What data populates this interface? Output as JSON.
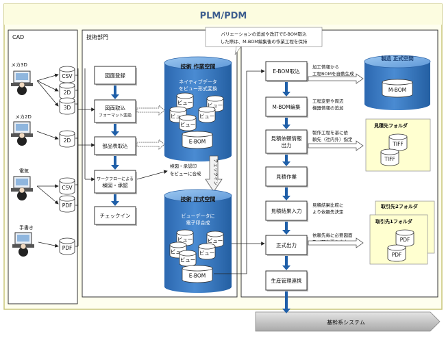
{
  "outer": {
    "title": "PLM/PDM"
  },
  "cad": {
    "section_label": "CAD",
    "groups": [
      {
        "label": "メカ3D",
        "files": [
          "CSV",
          "2D",
          "3D"
        ]
      },
      {
        "label": "メカ2D",
        "files": [
          "2D"
        ]
      },
      {
        "label": "電気",
        "files": [
          "CSV",
          "PDF"
        ]
      },
      {
        "label": "手書き",
        "files": [
          "PDF"
        ]
      }
    ]
  },
  "eng": {
    "section_label": "技術部門",
    "steps": [
      "図面登録",
      "図面取込",
      "フォーマット変換",
      "部品表取込",
      "ワークフローによる",
      "検図・承認",
      "チェックイン"
    ],
    "approval_note": [
      "検図・承認印",
      "をビューに合成"
    ],
    "checkin_arrow": "チェックイン"
  },
  "work_space": {
    "title": "技術 作業空間",
    "subtitle": [
      "ネイティブデータ",
      "をビュー形式変換"
    ],
    "view_label": "ビュー",
    "ebom": "E-BOM"
  },
  "official_space": {
    "title": "技術 正式空間",
    "subtitle": [
      "ビューデータに",
      "電子印合成"
    ],
    "view_label": "ビュー",
    "ebom": "E-BOM"
  },
  "callout": [
    "バリエーションの追加や改訂でE-BOM取込",
    "した際は、M-BOM編集後の作業工程を保持"
  ],
  "flow": {
    "steps": [
      "E-BOM取込",
      "M-BOM編集",
      "見積依頼情報",
      "出力",
      "見積作業",
      "見積結果入力",
      "正式出力",
      "生産管理連携"
    ],
    "notes": [
      [
        "加工情報から",
        "工程BOMを自動生成"
      ],
      [
        "工程変更や周辺",
        "機器情報の追加"
      ],
      [
        "製作工程を基に依",
        "頼先（社内外）指定"
      ],
      [
        "見積結果比較に",
        "より依頼先決定"
      ],
      [
        "依頼先毎に必要図面",
        "及び配布票を出力"
      ]
    ]
  },
  "mfg": {
    "title": "製造 正式空間",
    "mbom": "M-BOM"
  },
  "quote_folder": {
    "title": "見積先フォルダ",
    "files": [
      "TIFF",
      "TIFF"
    ]
  },
  "vendor_folder2": {
    "title": "取引先2フォルダ"
  },
  "vendor_folder1": {
    "title": "取引先1フォルダ",
    "files": [
      "PDF",
      "PDF"
    ]
  },
  "core_system": "基幹系システム",
  "colors": {
    "outer_fill": "#FEFEEE",
    "outer_border": "#C9C57A",
    "title_text": "#3F5F8F",
    "db_blue": "#2F6FB8",
    "db_light": "#7FB2E6",
    "arrow_blue": "#1F5FA8",
    "folder_fill": "#FFFFD0",
    "core_gray": "#C8C8C8"
  }
}
